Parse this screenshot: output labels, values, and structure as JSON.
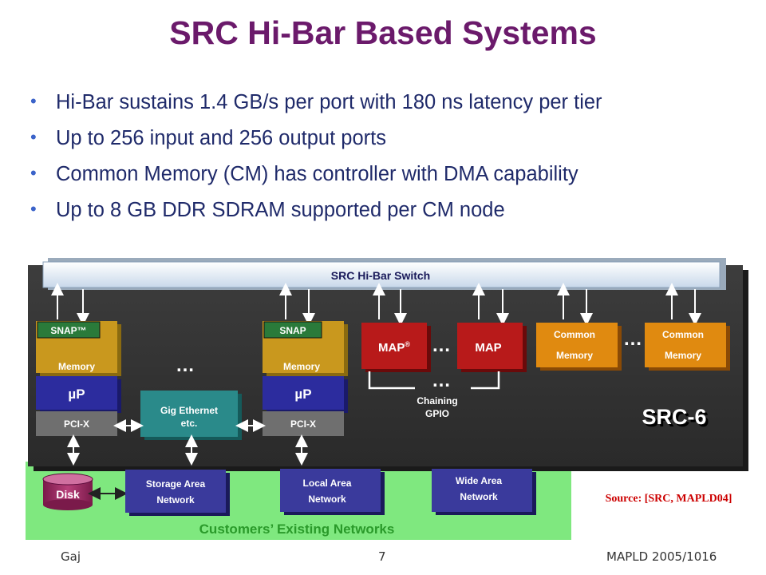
{
  "slide": {
    "title": "SRC Hi-Bar Based Systems",
    "bullets": [
      "Hi-Bar sustains 1.4 GB/s per port with 180 ns latency per tier",
      "Up to 256 input and 256 output ports",
      "Common Memory (CM) has controller with DMA capability",
      "Up to 8 GB DDR SDRAM supported per CM node"
    ],
    "bullet_icon": "bullet-dot-icon"
  },
  "diagram": {
    "switch_label": "SRC Hi-Bar Switch",
    "node1": {
      "snap": "SNAP™",
      "memory": "Memory",
      "up": "µP",
      "pcix": "PCI-X"
    },
    "node2": {
      "snap": "SNAP",
      "memory": "Memory",
      "up": "µP",
      "pcix": "PCI-X"
    },
    "gig_ethernet": [
      "Gig Ethernet",
      "etc."
    ],
    "map1": "MAP",
    "map1_reg": "®",
    "map2": "MAP",
    "chaining": [
      "Chaining",
      "GPIO"
    ],
    "common_memory_1": [
      "Common",
      "Memory"
    ],
    "common_memory_2": [
      "Common",
      "Memory"
    ],
    "ellipsis": "…",
    "system_name": "SRC-6",
    "disk": "Disk",
    "storage_area_network": [
      "Storage Area",
      "Network"
    ],
    "local_area_network": [
      "Local Area",
      "Network"
    ],
    "wide_area_network": [
      "Wide Area",
      "Network"
    ],
    "customers_networks": "Customers’ Existing Networks",
    "source": "Source: [SRC, MAPLD04]"
  },
  "footer": {
    "left": "Gaj",
    "center": "7",
    "right": "MAPLD 2005/1016"
  },
  "colors": {
    "title": "#6b1a6b",
    "bullets": "#1f2a6a",
    "panel": "#333333",
    "switch": "#e8f0f8",
    "snap": "#2a7a3a",
    "memory": "#c9981e",
    "up": "#2c2c9e",
    "pcix": "#6f6f6f",
    "gig": "#2a8a8a",
    "map": "#b81a1a",
    "common_memory": "#e08a10",
    "customers": "#7fe87f",
    "network": "#3a3a9c",
    "source": "#cc0000"
  }
}
